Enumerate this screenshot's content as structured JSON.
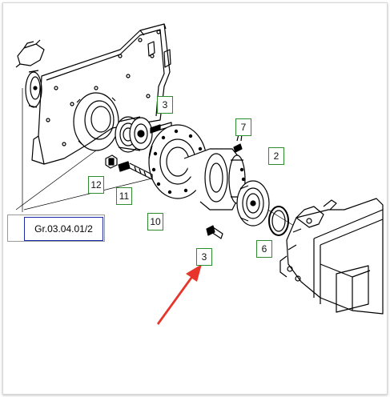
{
  "page": {
    "accent_color": "#e8352b",
    "callout_border_color": "#2e8b2e",
    "reference_border_color": "#1f2aa8"
  },
  "callouts": {
    "c2": "2",
    "c3_top": "3",
    "c3_bottom": "3",
    "c6": "6",
    "c7": "7",
    "c10": "10",
    "c11": "11",
    "c12": "12"
  },
  "reference": {
    "label": "Gr.03.04.01/2",
    "arrow_icon": "left-triangle-icon"
  },
  "annotation": {
    "arrow": "red-pointer-arrow"
  }
}
